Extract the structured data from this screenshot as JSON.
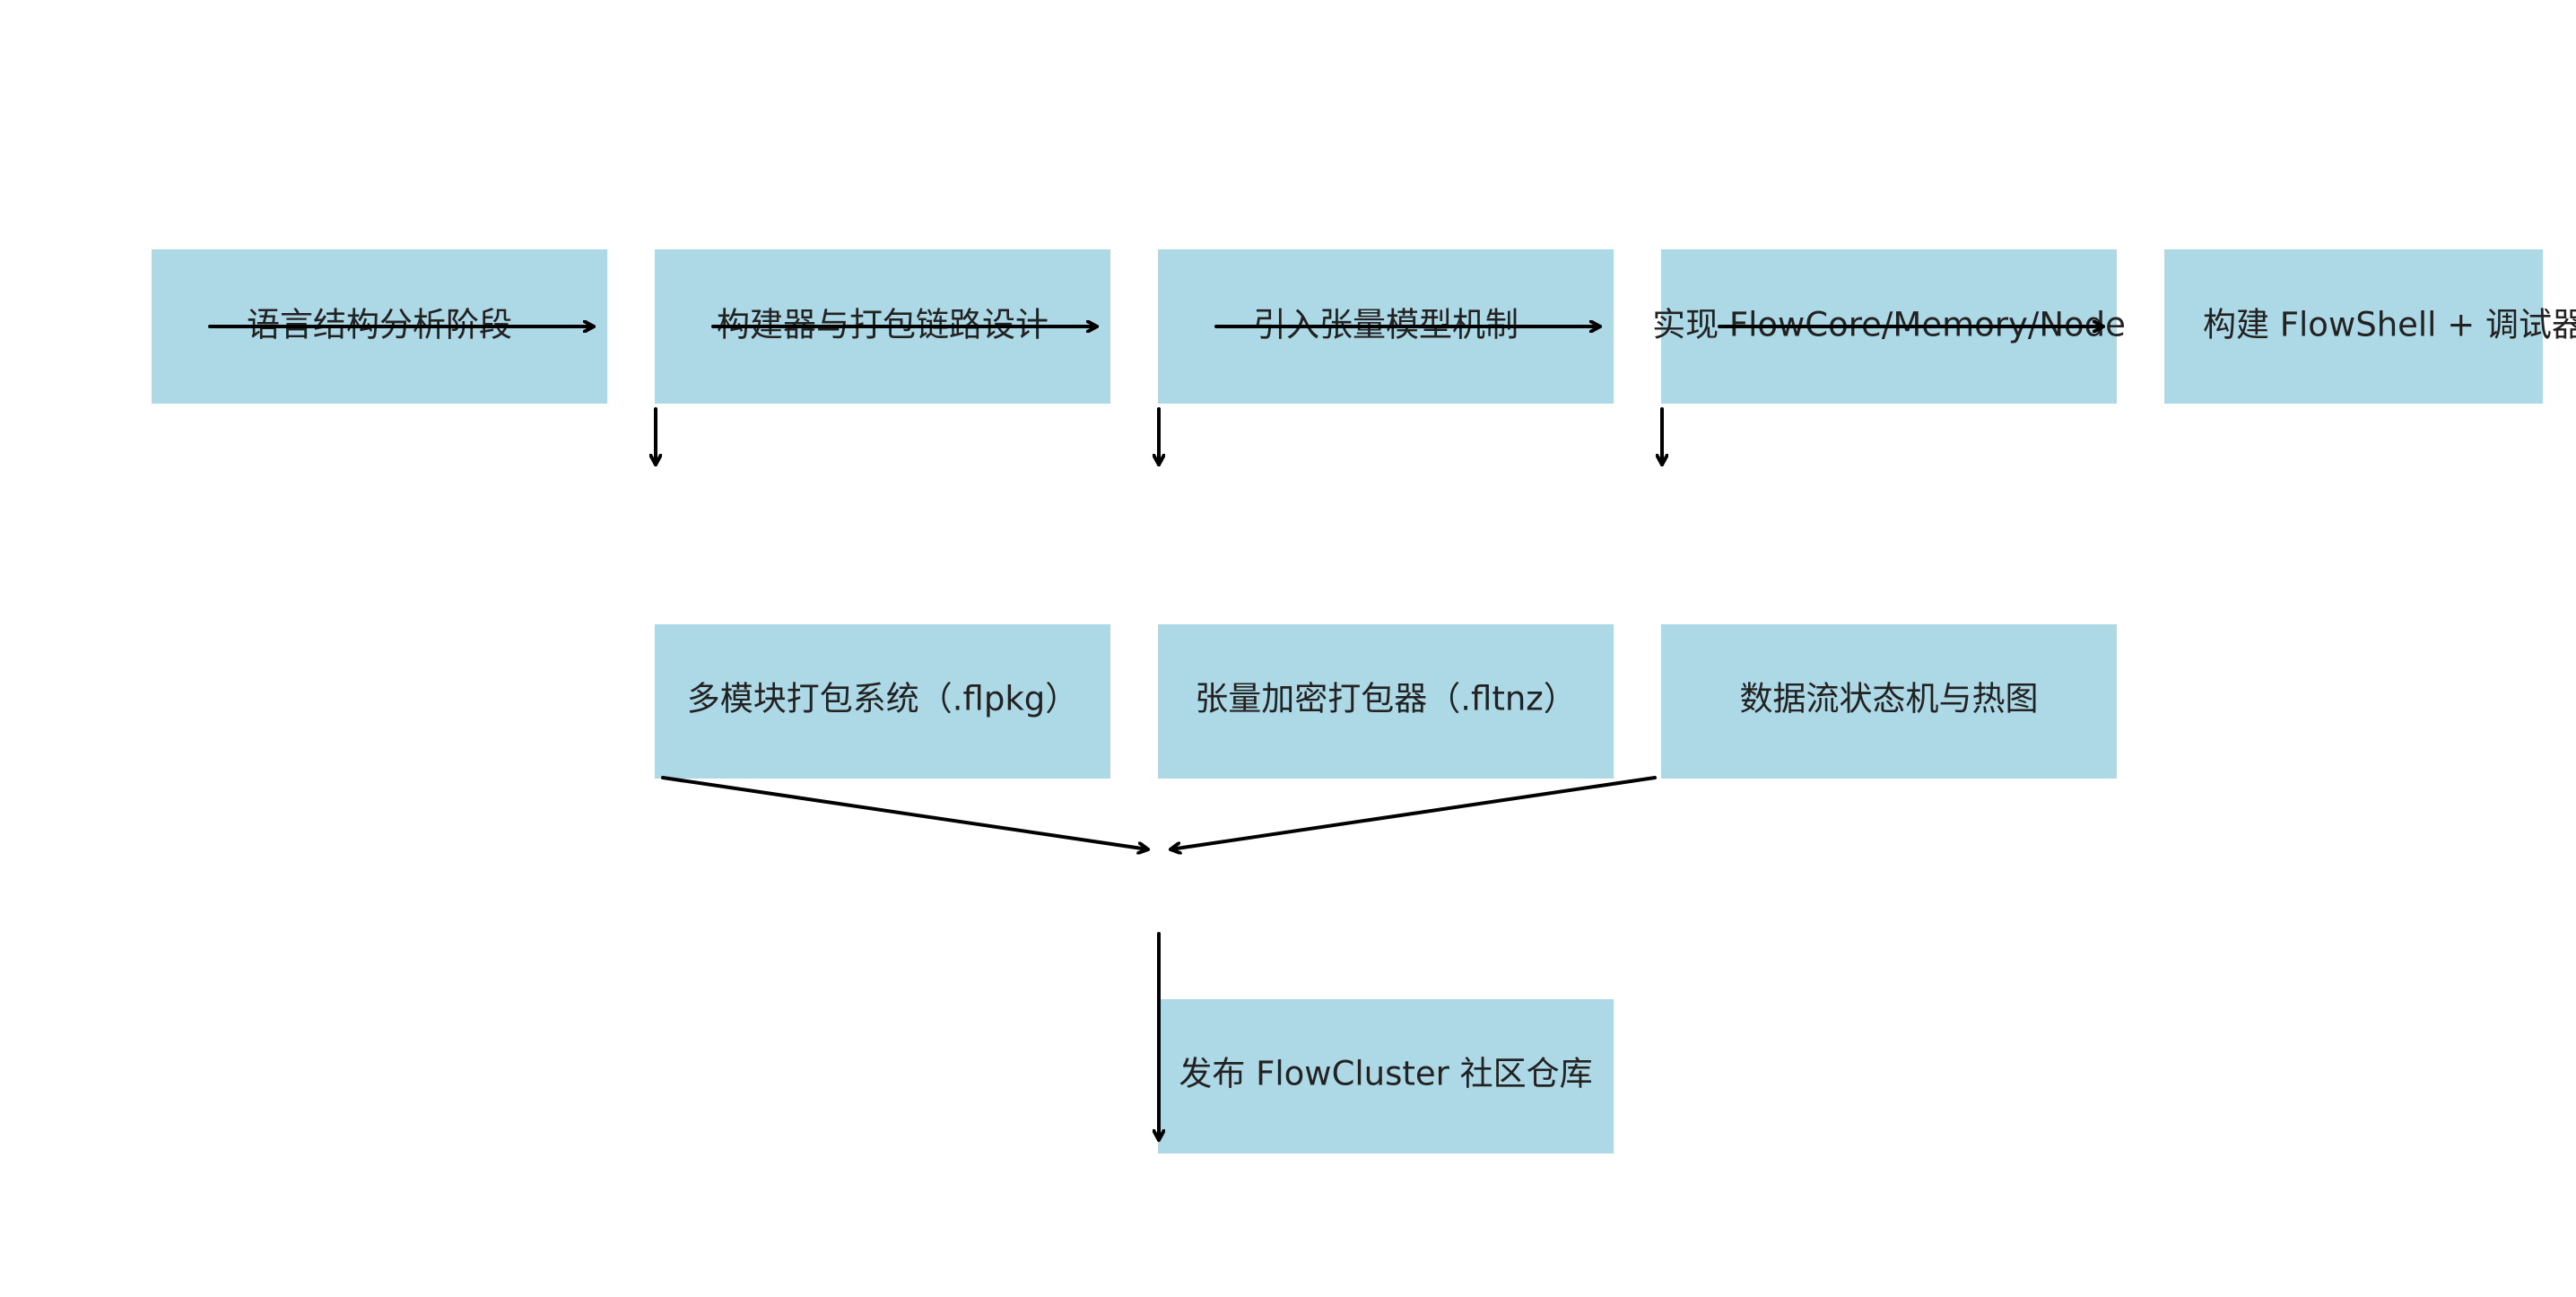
{
  "diagram": {
    "nodes": [
      {
        "id": "n1",
        "label": "语言结构分析阶段"
      },
      {
        "id": "n2",
        "label": "构建器与打包链路设计"
      },
      {
        "id": "n3",
        "label": "引入张量模型机制"
      },
      {
        "id": "n4",
        "label": "实现 FlowCore/Memory/Node"
      },
      {
        "id": "n5",
        "label": "构建 FlowShell + 调试器"
      },
      {
        "id": "n6",
        "label": "多模块打包系统（.flpkg）"
      },
      {
        "id": "n7",
        "label": "张量加密打包器（.fltnz）"
      },
      {
        "id": "n8",
        "label": "数据流状态机与热图"
      },
      {
        "id": "n9",
        "label": "发布 FlowCluster 社区仓库"
      }
    ],
    "edges": [
      {
        "from": "n1",
        "to": "n2"
      },
      {
        "from": "n2",
        "to": "n3"
      },
      {
        "from": "n3",
        "to": "n4"
      },
      {
        "from": "n4",
        "to": "n5"
      },
      {
        "from": "n2",
        "to": "n6"
      },
      {
        "from": "n3",
        "to": "n7"
      },
      {
        "from": "n4",
        "to": "n8"
      },
      {
        "from": "n6",
        "to": "n9"
      },
      {
        "from": "n8",
        "to": "n9"
      },
      {
        "from": "n7",
        "to": "n9"
      }
    ]
  }
}
